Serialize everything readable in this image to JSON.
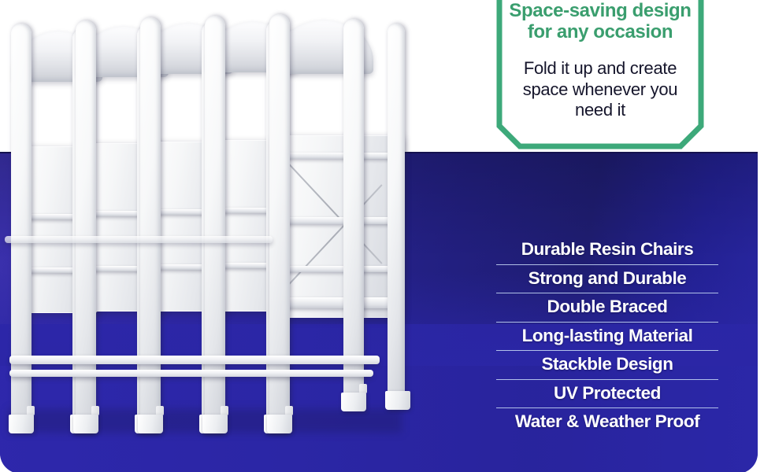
{
  "callout": {
    "title": "Space-saving design for any occasion",
    "body": "Fold it up and create space whenever you need it",
    "border_color": "#3da97a",
    "title_color": "#3a9e6e",
    "body_color": "#15152b"
  },
  "panel": {
    "background_start": "#3b31ad",
    "background_end": "#1f1d72",
    "bottom_color": "#2b26a6",
    "divider_color": "#c4d6f4"
  },
  "features": {
    "items": [
      {
        "label": "Durable Resin Chairs"
      },
      {
        "label": "Strong and Durable"
      },
      {
        "label": "Double Braced"
      },
      {
        "label": "Long-lasting Material"
      },
      {
        "label": "Stackble Design"
      },
      {
        "label": "UV Protected"
      },
      {
        "label": "Water & Weather Proof"
      }
    ],
    "text_color": "#ffffff"
  },
  "product": {
    "name": "folded-white-resin-folding-chairs-stack",
    "color": "#ffffff",
    "count": 6
  }
}
